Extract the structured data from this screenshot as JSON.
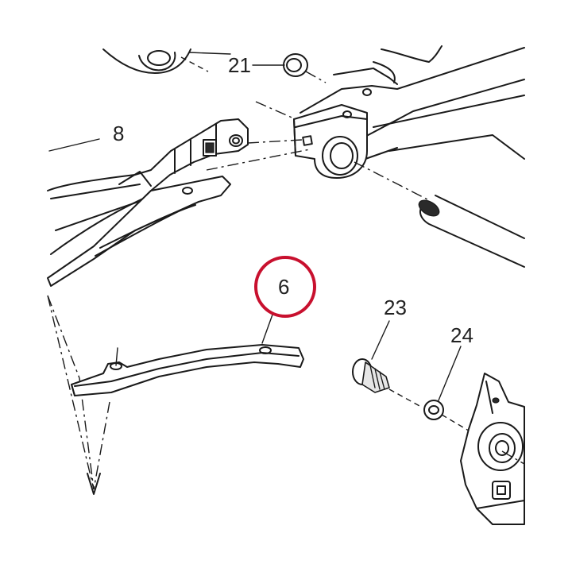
{
  "callouts": {
    "c21": "21",
    "c8": "8",
    "c6": "6",
    "c23": "23",
    "c24": "24"
  },
  "colors": {
    "highlight_circle": "#c8102e",
    "line": "#1a1a1a",
    "background": "#ffffff"
  },
  "highlighted_part": "6"
}
